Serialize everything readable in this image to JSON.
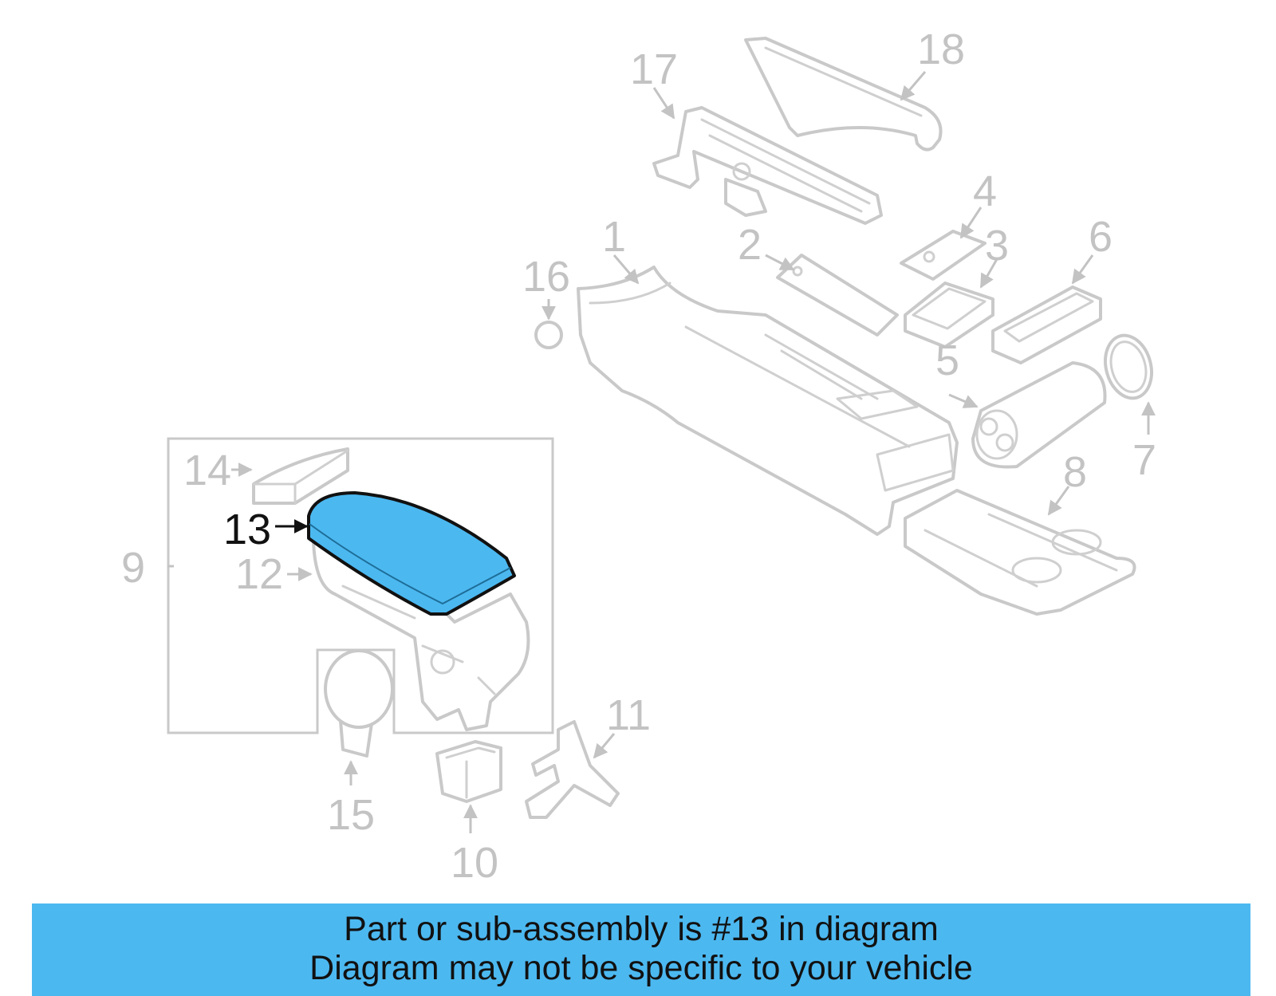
{
  "colors": {
    "highlight": "#4cb8f0",
    "banner": "#4cb8f0",
    "line": "#c9c9c9",
    "label": "#c3c3c3",
    "highlight_label": "#111111"
  },
  "diagram": {
    "highlighted_part": "13",
    "callouts": [
      "1",
      "2",
      "3",
      "4",
      "5",
      "6",
      "7",
      "8",
      "9",
      "10",
      "11",
      "12",
      "13",
      "14",
      "15",
      "16",
      "17",
      "18"
    ]
  },
  "banner": {
    "line1": "Part or sub-assembly is #13 in diagram",
    "line2": "Diagram may not be specific to your vehicle"
  }
}
